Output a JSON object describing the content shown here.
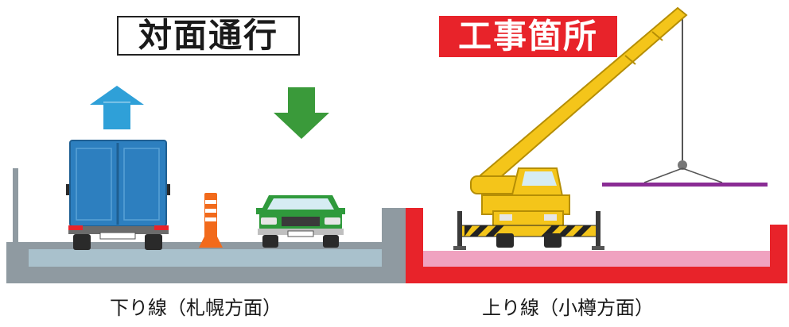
{
  "badges": {
    "oncoming_traffic": "対面通行",
    "construction_site": "工事箇所"
  },
  "lanes": {
    "down_line": "下り線（札幌方面）",
    "up_line": "上り線（小樽方面）"
  },
  "colors": {
    "road_gray": "#8f9aa1",
    "road_surface": "#a9c1cc",
    "work_red": "#e8232a",
    "work_surface": "#f0a2c0",
    "arrow_up": "#2fa0d8",
    "arrow_down": "#3a9a3a",
    "truck_blue": "#2d7fbf",
    "car_green": "#2f9a3c",
    "crane_yellow": "#f4c51a",
    "suspended_beam": "#8a2c94"
  },
  "icons": [
    "up-arrow-icon",
    "down-arrow-icon",
    "truck-icon",
    "car-icon",
    "traffic-pole-icon",
    "crane-icon"
  ]
}
